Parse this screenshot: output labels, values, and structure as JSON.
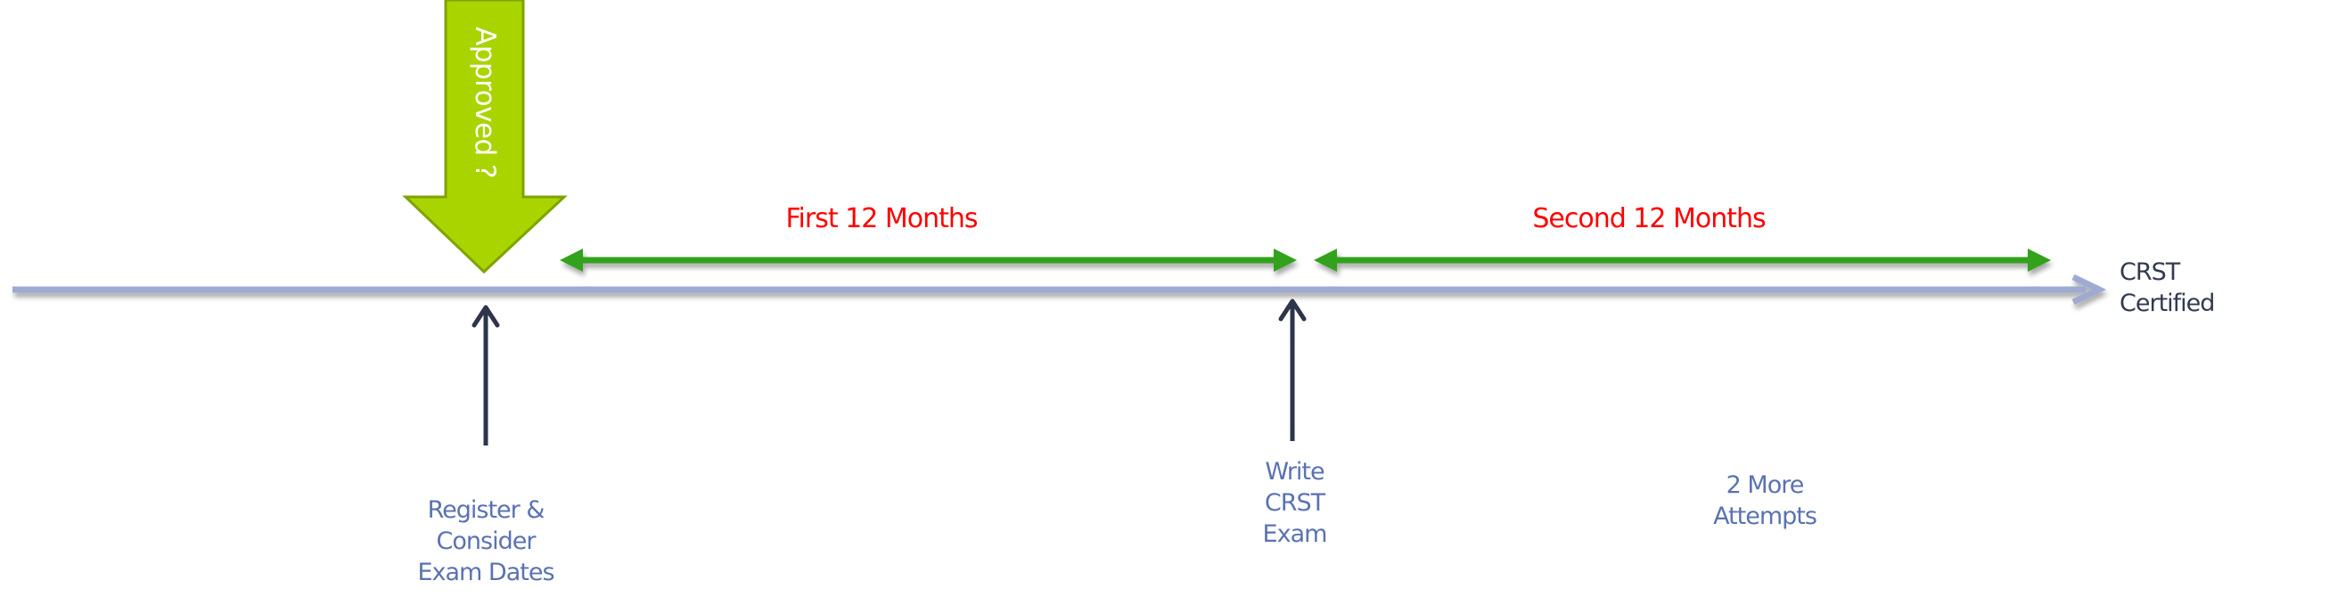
{
  "diagram": {
    "type": "timeline",
    "decision": {
      "label": "Approved ?",
      "icon": "down-arrow-icon"
    },
    "periods": [
      {
        "label": "First 12 Months"
      },
      {
        "label": "Second 12 Months"
      }
    ],
    "steps": [
      {
        "lines": [
          "Register &",
          "Consider",
          "Exam Dates"
        ]
      },
      {
        "lines": [
          "Write",
          "CRST",
          "Exam"
        ]
      },
      {
        "lines": [
          "2 More",
          "Attempts"
        ]
      }
    ],
    "end_label": {
      "lines": [
        "CRST",
        "Certified"
      ]
    },
    "colors": {
      "axis": "#9eaad2",
      "period_arrow": "#33a21e",
      "period_text": "#ff0000",
      "decision_fill": "#aad400",
      "decision_stroke": "#7fa300",
      "step_arrow": "#2e344b",
      "step_text": "#5b72b2",
      "end_text": "#323a50"
    }
  }
}
